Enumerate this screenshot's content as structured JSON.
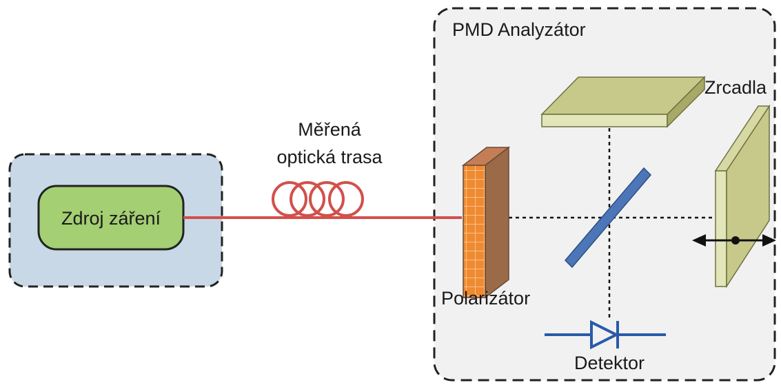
{
  "labels": {
    "source_box": "Zdroj záření",
    "fiber_line1": "Měřená",
    "fiber_line2": "optická trasa",
    "analyzer_title": "PMD Analyzátor",
    "mirrors": "Zrcadla",
    "polarizer": "Polarizátor",
    "detector": "Detektor"
  },
  "colors": {
    "source_panel_fill": "#c8d8e6",
    "source_box_fill": "#a4cf72",
    "analyzer_panel_fill": "#f1f1f2",
    "fiber": "#d2504b",
    "mirror_fill": "#c6c98a",
    "mirror_light": "#e2e6b9",
    "beamsplitter": "#4c76b8",
    "polarizer_front": "#f0882d",
    "polarizer_side": "#9b6a48",
    "detector": "#2a5aa8"
  }
}
